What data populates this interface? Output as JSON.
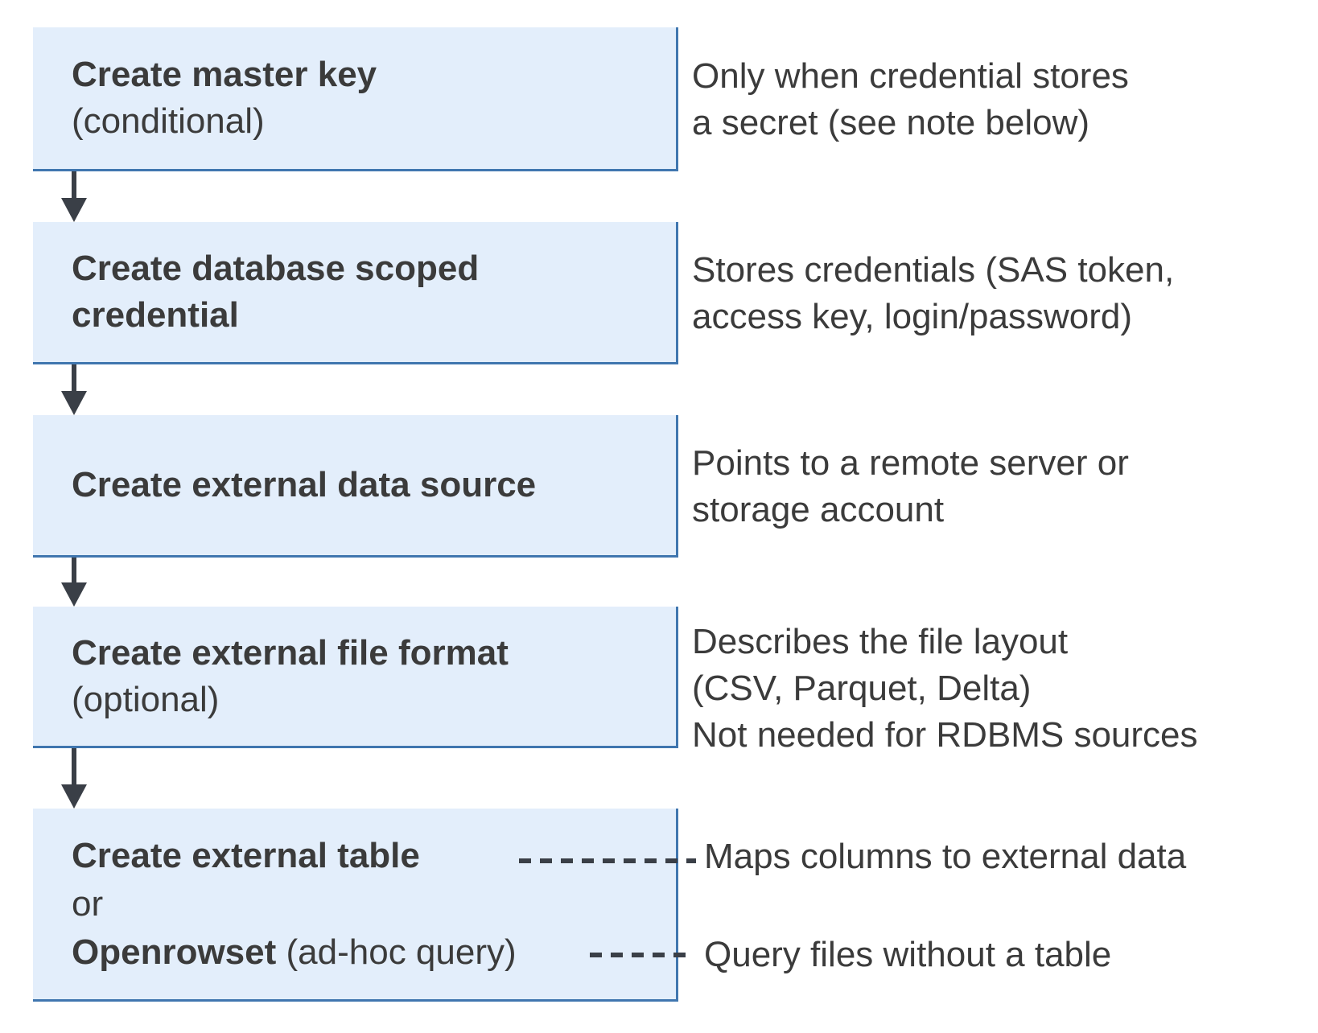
{
  "colors": {
    "background": "#ffffff",
    "box_fill": "#e3eefb",
    "box_border": "#4076af",
    "arrow": "#3a3f47",
    "text": "#3b3b3b"
  },
  "boxes": {
    "master_key": {
      "title": "Create master key",
      "qualifier": "(conditional)"
    },
    "scoped_credential": {
      "title_line1": "Create database scoped",
      "title_line2": "credential"
    },
    "data_source": {
      "title": "Create external data source"
    },
    "file_format": {
      "title": "Create external file format",
      "qualifier": "(optional)"
    },
    "table_or_openrowset": {
      "title": "Create external table",
      "or_label": "or",
      "alt_title": "Openrowset",
      "alt_qualifier": " (ad-hoc query)"
    }
  },
  "annotations": {
    "master_key": {
      "line1": "Only when credential stores",
      "line2": "a secret (see note below)"
    },
    "scoped_credential": {
      "line1": "Stores credentials (SAS token,",
      "line2": "access key, login/password)"
    },
    "data_source": {
      "line1": "Points to a remote server or",
      "line2": "storage account"
    },
    "file_format": {
      "line1": "Describes the file layout",
      "line2": "(CSV, Parquet, Delta)",
      "line3": "Not needed for RDBMS sources"
    },
    "external_table": {
      "text": "Maps columns to external data"
    },
    "openrowset": {
      "text": "Query files without a table"
    }
  }
}
